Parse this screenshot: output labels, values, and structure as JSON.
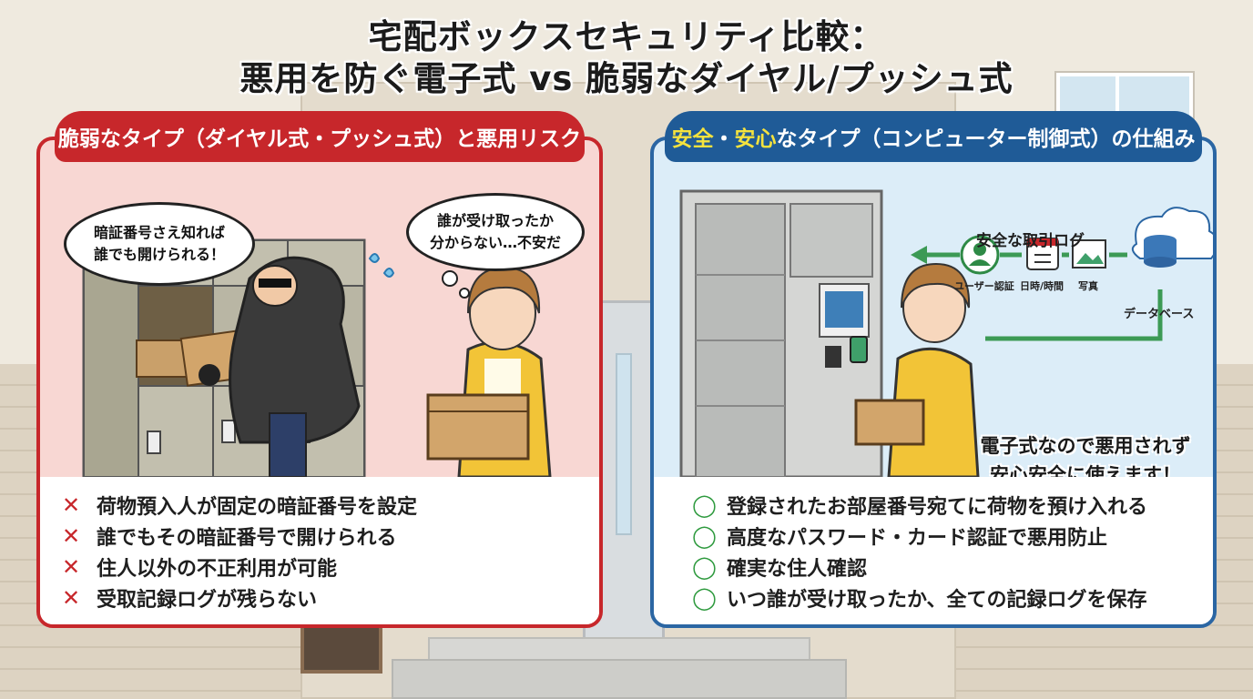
{
  "title": {
    "line1": "宅配ボックスセキュリティ比較：",
    "line2": "悪用を防ぐ電子式 vs 脆弱なダイヤル/プッシュ式"
  },
  "left_panel": {
    "header": "脆弱なタイプ（ダイヤル式・プッシュ式）と悪用リスク",
    "bubble_thief": [
      "暗証番号さえ知れば",
      "誰でも開けられる！"
    ],
    "bubble_resident": [
      "誰が受け取ったか",
      "分からない…不安だ"
    ],
    "items": [
      "荷物預入人が固定の暗証番号を設定",
      "誰でもその暗証番号で開けられる",
      "住人以外の不正利用が可能",
      "受取記録ログが残らない"
    ]
  },
  "right_panel": {
    "header_highlight_1": "安全",
    "header_dot": "・",
    "header_highlight_2": "安心",
    "header_rest": "なタイプ（コンピューター制御式）の仕組み",
    "log_title": "安全な取引ログ",
    "icons": [
      {
        "icon": "user-icon",
        "label": "ユーザー認証"
      },
      {
        "icon": "calendar-icon",
        "label": "日時/時間"
      },
      {
        "icon": "photo-icon",
        "label": "写真"
      }
    ],
    "db_label": "データベース",
    "message": [
      "電子式なので悪用されず",
      "安心安全に使えます！"
    ],
    "items": [
      "登録されたお部屋番号宛てに荷物を預け入れる",
      "高度なパスワード・カード認証で悪用防止",
      "確実な住人確認",
      "いつ誰が受け取ったか、全ての記録ログを保存"
    ]
  },
  "marks": {
    "bad": "✕",
    "good": "◯"
  },
  "colors": {
    "red": "#c7272b",
    "blue": "#1f5b97",
    "green": "#2e9a3e",
    "yellow": "#f4e23e"
  }
}
